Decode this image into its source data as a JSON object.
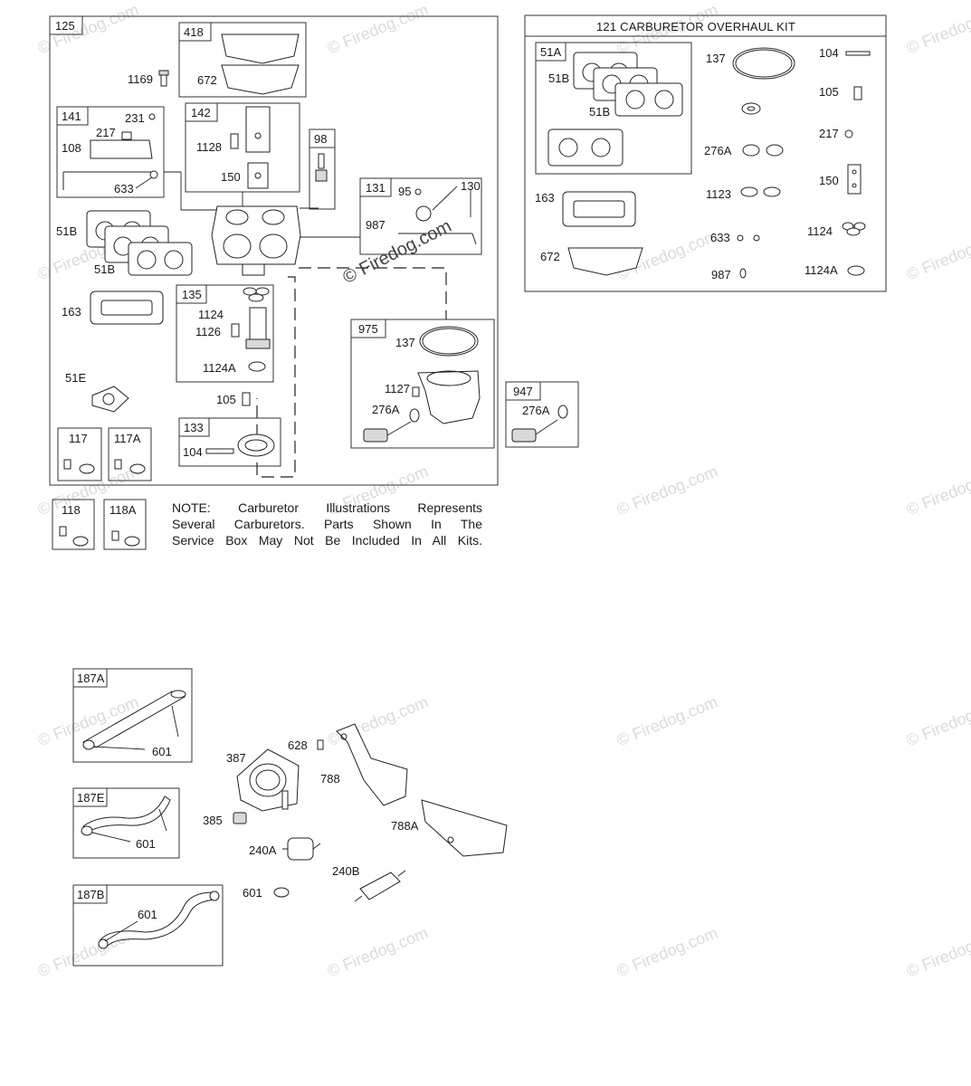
{
  "watermark": {
    "text": "© Firedog.com",
    "center_text": "© Firedog.com"
  },
  "main_box": {
    "label": "125"
  },
  "kit": {
    "title": "121 CARBURETOR OVERHAUL KIT"
  },
  "boxes": {
    "b418": "418",
    "b141": "141",
    "b142": "142",
    "b98": "98",
    "b131": "131",
    "b135": "135",
    "b975": "975",
    "b947": "947",
    "b133": "133",
    "b117": "117",
    "b117A": "117A",
    "b118": "118",
    "b118A": "118A",
    "b51A": "51A",
    "b187A": "187A",
    "b187E": "187E",
    "b187B": "187B"
  },
  "labels": {
    "p672a": "672",
    "p1169": "1169",
    "p231": "231",
    "p217a": "217",
    "p108": "108",
    "p633a": "633",
    "p1128": "1128",
    "p150a": "150",
    "p95": "95",
    "p130": "130",
    "p987a": "987",
    "p51Ba": "51B",
    "p51Bb": "51B",
    "p163a": "163",
    "p51E": "51E",
    "p1124a": "1124",
    "p1126": "1126",
    "p1124Aa": "1124A",
    "p105a": "105",
    "p104a": "104",
    "p137a": "137",
    "p1127": "1127",
    "p276Aa": "276A",
    "p276Ab": "276A",
    "p51Bc": "51B",
    "p51Bd": "51B",
    "p137b": "137",
    "p104b": "104",
    "p105b": "105",
    "p217b": "217",
    "p276Ac": "276A",
    "p150b": "150",
    "p163b": "163",
    "p1123": "1123",
    "p1124b": "1124",
    "p633b": "633",
    "p672b": "672",
    "p987b": "987",
    "p1124Ab": "1124A",
    "p601a": "601",
    "p601b": "601",
    "p601c": "601",
    "p601d": "601",
    "p387": "387",
    "p628": "628",
    "p788": "788",
    "p385": "385",
    "p788A": "788A",
    "p240A": "240A",
    "p240B": "240B"
  },
  "note_lines": [
    "NOTE: Carburetor Illustrations Represents",
    "Several Carburetors. Parts Shown In The",
    "Service Box May Not Be Included In All Kits."
  ]
}
